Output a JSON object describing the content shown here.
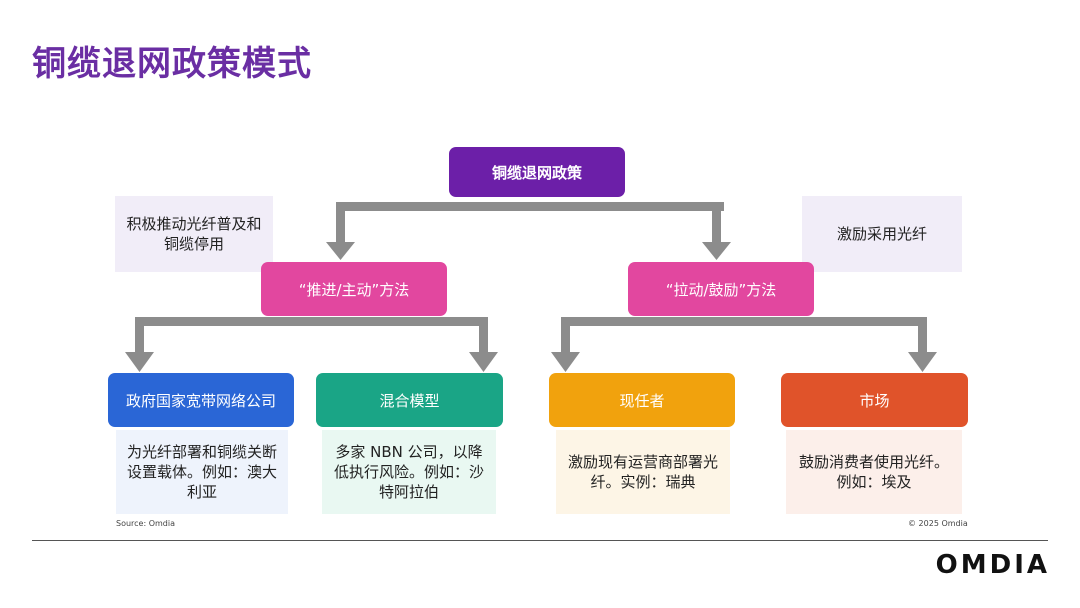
{
  "title": "铜缆退网政策模式",
  "root": {
    "label": "铜缆退网政策",
    "color": "#6c1fa8"
  },
  "push": {
    "label": "“推进/主动”方法",
    "note": "积极推动光纤普及和铜缆停用",
    "color": "#e2479f"
  },
  "pull": {
    "label": "“拉动/鼓励”方法",
    "note": "激励采用光纤",
    "color": "#e2479f"
  },
  "models": [
    {
      "label": "政府国家宽带网络公司",
      "color": "#2a66d6",
      "desc_bg": "#eef3fc",
      "desc": "为光纤部署和铜缆关断设置载体。例如：澳大利亚"
    },
    {
      "label": "混合模型",
      "color": "#1aa586",
      "desc_bg": "#e9f8f2",
      "desc": "多家 NBN 公司，以降低执行风险。例如：沙特阿拉伯"
    },
    {
      "label": "现任者",
      "color": "#f1a20d",
      "desc_bg": "#fdf5e6",
      "desc": "激励现有运营商部署光纤。实例：瑞典"
    },
    {
      "label": "市场",
      "color": "#e0532a",
      "desc_bg": "#fcefea",
      "desc": "鼓励消费者使用光纤。例如：埃及"
    }
  ],
  "source": "Source: Omdia",
  "copyright": "© 2025 Omdia",
  "logo": "OMDIA",
  "connector_color": "#8c8c8c"
}
